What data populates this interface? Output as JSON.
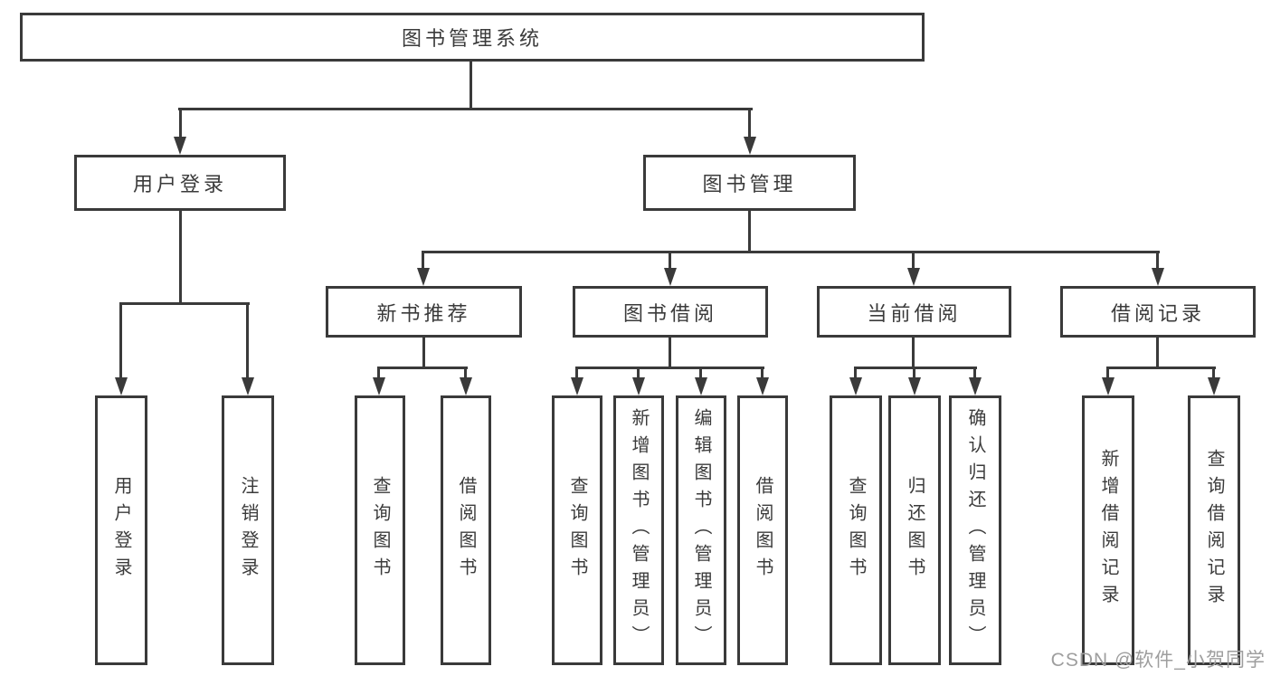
{
  "title": "图书管理系统",
  "watermark": "CSDN @软件_小贺同学",
  "colors": {
    "line": "#3a3a3a",
    "text": "#3b3b3b",
    "background": "#ffffff",
    "watermark": "#9e9e9e"
  },
  "tree": {
    "root": {
      "label": "图书管理系统",
      "children": [
        {
          "label": "用户登录",
          "children": [
            {
              "label": "用户登录"
            },
            {
              "label": "注销登录"
            }
          ]
        },
        {
          "label": "图书管理",
          "children": [
            {
              "label": "新书推荐",
              "children": [
                {
                  "label": "查询图书"
                },
                {
                  "label": "借阅图书"
                }
              ]
            },
            {
              "label": "图书借阅",
              "children": [
                {
                  "label": "查询图书"
                },
                {
                  "label": "新增图书（管理员）"
                },
                {
                  "label": "编辑图书（管理员）"
                },
                {
                  "label": "借阅图书"
                }
              ]
            },
            {
              "label": "当前借阅",
              "children": [
                {
                  "label": "查询图书"
                },
                {
                  "label": "归还图书"
                },
                {
                  "label": "确认归还（管理员）"
                }
              ]
            },
            {
              "label": "借阅记录",
              "children": [
                {
                  "label": "新增借阅记录"
                },
                {
                  "label": "查询借阅记录"
                }
              ]
            }
          ]
        }
      ]
    }
  }
}
